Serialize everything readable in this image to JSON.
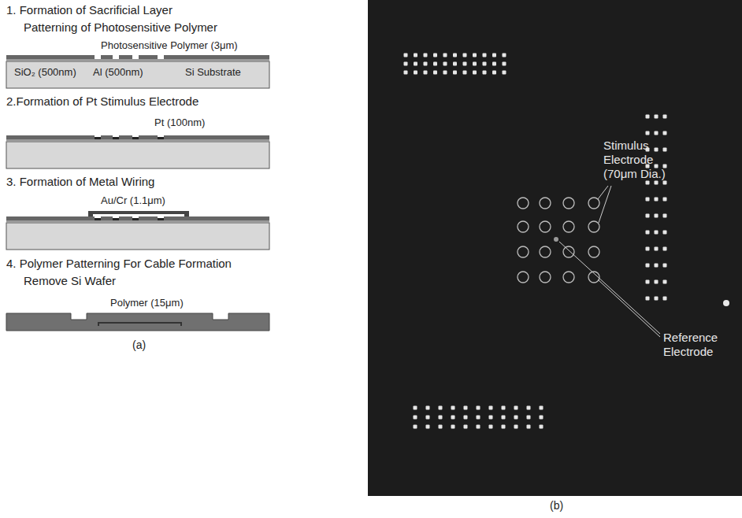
{
  "diagram": {
    "labels": [
      "1. Formation of Sacrificial Layer",
      "Patterning of Photosensitive Polymer",
      "Photosensitive Polymer (3μm)",
      "SiO₂ (500nm)",
      "Al (500nm)",
      "Si Substrate",
      "2.Formation of Pt Stimulus Electrode",
      "Pt (100nm)",
      "3. Formation of Metal Wiring",
      "Au/Cr (1.1μm)",
      "4. Polymer Patterning For Cable Formation",
      "Remove Si Wafer",
      "Polymer (15μm)",
      "(a)",
      "Stimulus Electrode (70μm Dia.)",
      "Reference Electrode",
      "(b)"
    ]
  }
}
